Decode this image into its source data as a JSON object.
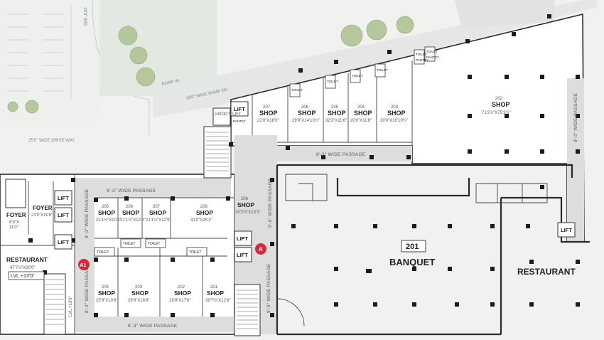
{
  "road_labels": {
    "top_road": "18'0\" WID",
    "drive_way": "25'0\" WIDE DRIVE WAY",
    "ramp_in": "RAMP IN",
    "ramp_wide": "18'0\" WIDE RAMP DN"
  },
  "upper_shops": [
    {
      "num": "207",
      "name": "SHOP",
      "size": "22'0\"X18'0\""
    },
    {
      "num": "206",
      "name": "SHOP",
      "size": "29'9\"X14'10½\""
    },
    {
      "num": "205",
      "name": "SHOP",
      "size": "32'3\"X11'8\""
    },
    {
      "num": "204",
      "name": "SHOP",
      "size": "20'0\"X11'8\""
    },
    {
      "num": "203",
      "name": "SHOP",
      "size": "30'0\"X10'10½\""
    },
    {
      "num": "202",
      "name": "SHOP",
      "size": "71'2½\"X75'3½\""
    }
  ],
  "left_shops": [
    {
      "num": "205",
      "name": "SHOP",
      "size": "21'1½\"X10'9\""
    },
    {
      "num": "206",
      "name": "SHOP",
      "size": "21'1½\"X12'9\""
    },
    {
      "num": "207",
      "name": "SHOP",
      "size": "21'1½\"X12'9\""
    },
    {
      "num": "208",
      "name": "SHOP",
      "size": "31'0\"X25'3\""
    },
    {
      "num": "204",
      "name": "SHOP",
      "size": "25'9\"X10'8\""
    },
    {
      "num": "203",
      "name": "SHOP",
      "size": "29'9\"X18'9\""
    },
    {
      "num": "202",
      "name": "SHOP",
      "size": "29'9\"X17'6\""
    },
    {
      "num": "201",
      "name": "SHOP",
      "size": "39'7½\"X12'9\""
    },
    {
      "num": "206",
      "name": "SHOP",
      "size": "20'2½\"X13'3\""
    }
  ],
  "passages": {
    "upper": "8'-3\" WIDE PASSAGE",
    "left_top": "8'-3\" WIDE PASSAGE",
    "left_bottom": "8'-3\" WIDE PASSAGE",
    "left_vertical": "8'-3\" WIDE PASSAGE",
    "left_vertical2": "8'-3\" WIDE PASSAGE",
    "center_upper": "9'-6\" WIDE PASSAGE",
    "center_lower": "9'-6\" WIDE PASSAGE",
    "right_vertical": "9'-3\" WIDE PASSAGE"
  },
  "rooms": {
    "foyer1": "FOYER",
    "foyer1_size": "8'9\"X",
    "foyer1_size2": "11'0\"",
    "foyer2": "FOYER",
    "foyer2_size": "23'0\"X11'6\"",
    "restaurant_left": "RESTAURANT",
    "restaurant_left_size": "47'7½\"X20'0\"",
    "level": "LVL.+13'0\"",
    "level_vertical": "LVL.+13'0\"",
    "banquet_num": "201",
    "banquet": "BANQUET",
    "restaurant_right": "RESTAURANT",
    "goods_lift": "GOOD'S LIFT",
    "lift": "LIFT",
    "toilet": "TOILET",
    "pantry": "PANTRY",
    "marker_a1": "A1",
    "marker_a": "A"
  }
}
